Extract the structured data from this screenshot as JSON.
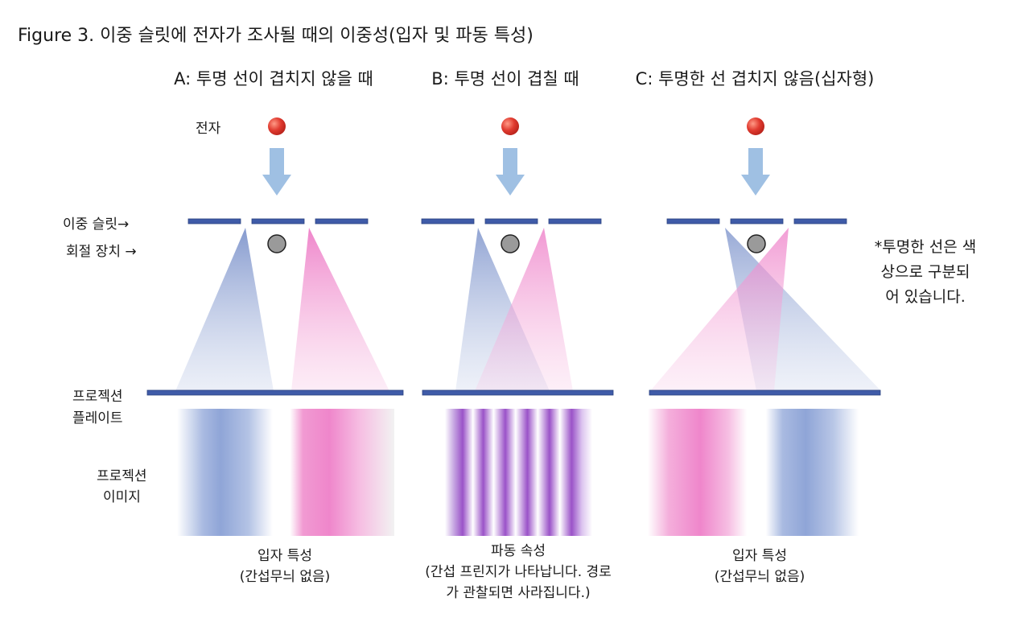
{
  "figure": {
    "title": "Figure 3. 이중 슬릿에 전자가 조사될 때의 이중성(입자 및 파동 특성)"
  },
  "panels": [
    {
      "id": "A",
      "title": "A: 투명 선이 겹치지 않을 때",
      "caption_line1": "입자 특성",
      "caption_line2": "(간섭무늬 없음)"
    },
    {
      "id": "B",
      "title": "B: 투명 선이 겹칠 때",
      "caption_line1": "파동 속성",
      "caption_line2": "(간섭 프린지가 나타납니다. 경로",
      "caption_line3": "가 관찰되면 사라집니다.)"
    },
    {
      "id": "C",
      "title": "C: 투명한 선 겹치지 않음(십자형)",
      "caption_line1": "입자 특성",
      "caption_line2": "(간섭무늬 없음)"
    }
  ],
  "labels": {
    "electron": "전자",
    "double_slit": "이중 슬릿→",
    "diffraction_device": "회절 장치 →",
    "projection_plate_line1": "프로젝션",
    "projection_plate_line2": "플레이트",
    "projection_image_line1": "프로젝션",
    "projection_image_line2": "이미지"
  },
  "note": {
    "line1": "*투명한 선은 색",
    "line2": "상으로 구분되",
    "line3": "어 있습니다."
  },
  "colors": {
    "electron": "#e03a2f",
    "arrow": "#9fc0e3",
    "slit_bar": "#3f5ba8",
    "obstacle": "#9a9a9a",
    "blue_beam": "#7f95cc",
    "pink_beam": "#ee7fc8",
    "fringe_purple": "#9a52c8"
  }
}
